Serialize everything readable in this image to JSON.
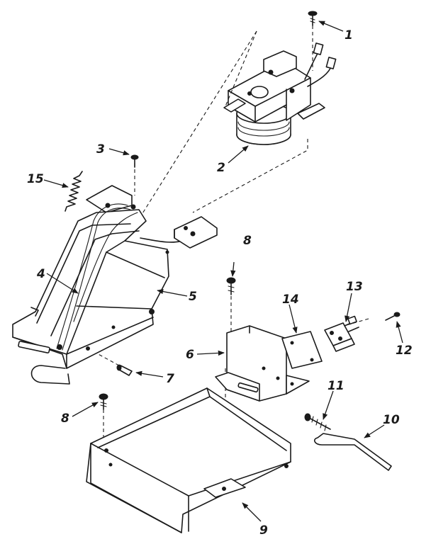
{
  "callouts": [
    {
      "id": "1",
      "label": "1"
    },
    {
      "id": "2",
      "label": "2"
    },
    {
      "id": "3",
      "label": "3"
    },
    {
      "id": "4",
      "label": "4"
    },
    {
      "id": "5",
      "label": "5"
    },
    {
      "id": "6",
      "label": "6"
    },
    {
      "id": "7",
      "label": "7"
    },
    {
      "id": "8a",
      "label": "8"
    },
    {
      "id": "8b",
      "label": "8"
    },
    {
      "id": "9",
      "label": "9"
    },
    {
      "id": "10",
      "label": "10"
    },
    {
      "id": "11",
      "label": "11"
    },
    {
      "id": "12",
      "label": "12"
    },
    {
      "id": "13",
      "label": "13"
    },
    {
      "id": "14",
      "label": "14"
    },
    {
      "id": "15",
      "label": "15"
    }
  ]
}
